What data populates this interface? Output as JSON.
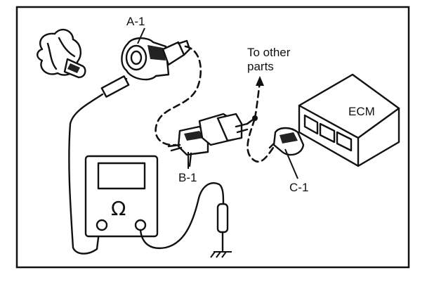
{
  "labels": {
    "a1": "A-1",
    "b1": "B-1",
    "c1": "C-1",
    "to_other_parts_line1": "To other",
    "to_other_parts_line2": "parts",
    "ecm": "ECM"
  },
  "meter_symbol": "Ω",
  "colors": {
    "ink": "#111111",
    "background": "#ffffff"
  }
}
